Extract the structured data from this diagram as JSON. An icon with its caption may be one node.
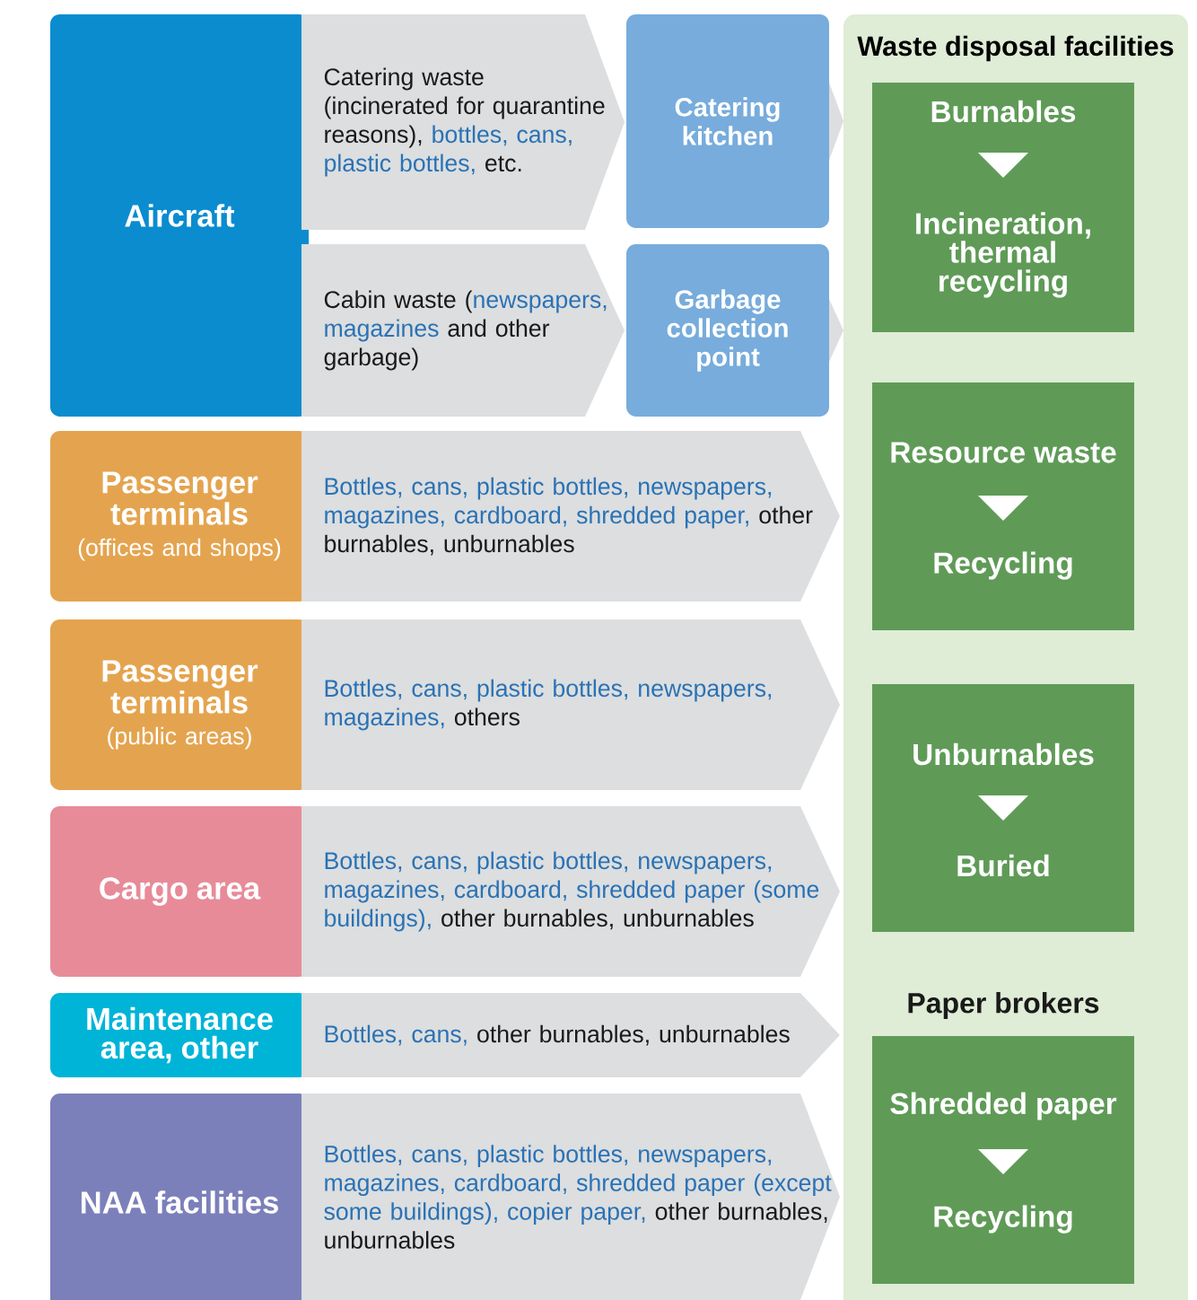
{
  "diagram": {
    "nodes": [
      {
        "text": [
          "Aircraft"
        ]
      },
      {
        "text": [
          "Catering waste (incinerated for quarantine reasons),",
          "bottles, cans, plastic bottles,",
          "etc."
        ]
      },
      {
        "text": [
          "Catering kitchen"
        ]
      },
      {
        "text": [
          "Cabin waste (",
          "newspapers, magazines",
          "and other garbage)"
        ]
      },
      {
        "text": [
          "Garbage collection point"
        ]
      },
      {
        "text": [
          "Passenger terminals",
          "(offices and shops)"
        ]
      },
      {
        "text": [
          "Bottles, cans, plastic bottles, newspapers, magazines, cardboard, shredded paper,",
          "other burnables, unburnables"
        ]
      },
      {
        "text": [
          "Passenger terminals",
          "(public areas)"
        ]
      },
      {
        "text": [
          "Bottles, cans, plastic bottles, newspapers, magazines,",
          "others"
        ]
      },
      {
        "text": [
          "Cargo area"
        ]
      },
      {
        "text": [
          "Bottles, cans, plastic bottles, newspapers, magazines, cardboard, shredded paper (some buildings),",
          "other burnables, unburnables"
        ]
      },
      {
        "text": [
          "Maintenance area, other"
        ]
      },
      {
        "text": [
          "Bottles, cans,",
          "other burnables, unburnables"
        ]
      },
      {
        "text": [
          "NAA facilities"
        ]
      },
      {
        "text": [
          "Bottles, cans, plastic bottles, newspapers, magazines, cardboard, shredded paper (except some buildings), copier paper,",
          "other burnables, unburnables"
        ]
      },
      {
        "text": [
          "Waste disposal facilities"
        ]
      },
      {
        "text": [
          "Burnables",
          "Incineration, thermal recycling"
        ],
        "in": 15
      },
      {
        "text": [
          "Resource waste",
          "Recycling"
        ],
        "in": 15
      },
      {
        "text": [
          "Unburnables",
          "Buried"
        ],
        "in": 15
      },
      {
        "text": [
          "Paper brokers",
          "Shredded paper",
          "Recycling"
        ],
        "in": 15
      }
    ]
  }
}
